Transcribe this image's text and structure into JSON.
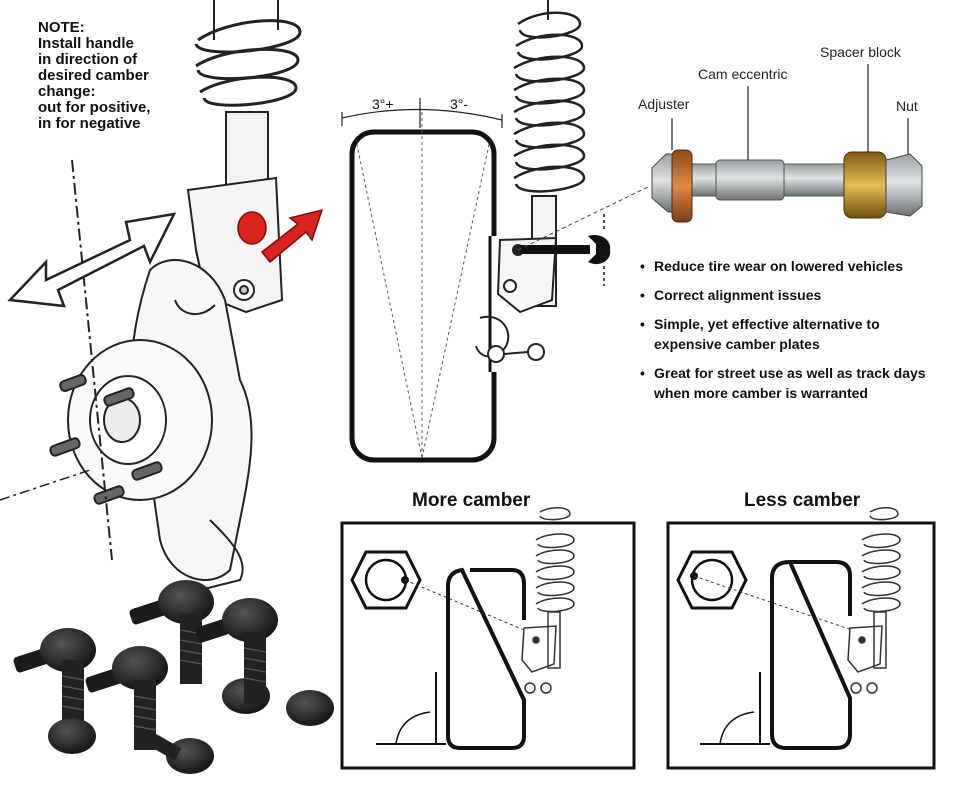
{
  "note": {
    "lines": [
      "NOTE:",
      "Install handle",
      "in direction of",
      "desired camber",
      "change:",
      "out for positive,",
      "in for negative"
    ]
  },
  "angles": {
    "left": "3°+",
    "right": "3°-"
  },
  "bolt_labels": {
    "adjuster": "Adjuster",
    "cam": "Cam eccentric",
    "spacer": "Spacer block",
    "nut": "Nut"
  },
  "bullets": [
    "Reduce tire wear on lowered vehicles",
    "Correct alignment issues",
    "Simple, yet effective alternative to expensive camber plates",
    "Great for street use as well as track days when more camber is warranted"
  ],
  "panels": {
    "more": "More camber",
    "less": "Less camber"
  },
  "colors": {
    "arrow_red": "#d9231c",
    "bolt_copper": "#c8702c",
    "spacer_gold": "#c9a23a",
    "ink": "#111111"
  }
}
